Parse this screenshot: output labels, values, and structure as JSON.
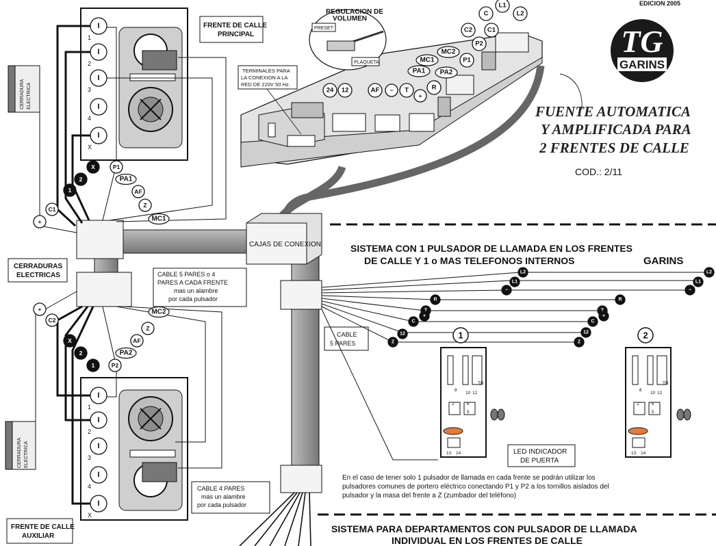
{
  "edition": "EDICION 2005",
  "logo": {
    "initials": "TG",
    "brand": "GARINS"
  },
  "title": {
    "line1": "FUENTE AUTOMATICA",
    "line2": "Y AMPLIFICADA PARA",
    "line3": "2 FRENTES DE CALLE",
    "code": "COD.: 2/11"
  },
  "labels": {
    "frente_principal_l1": "FRENTE DE CALLE",
    "frente_principal_l2": "PRINCIPAL",
    "frente_auxiliar_l1": "FRENTE DE CALLE",
    "frente_auxiliar_l2": "AUXILIAR",
    "cerraduras_l1": "CERRADURAS",
    "cerraduras_l2": "ELECTRICAS",
    "cerradura_top_l1": "CERRADURA",
    "cerradura_top_l2": "ELECTRICA",
    "cerradura_bottom_l1": "CERRADURA",
    "cerradura_bottom_l2": "ELECTRICA",
    "terminales_l1": "TERMINALES PARA",
    "terminales_l2": "LA CONEXION A LA",
    "terminales_l3": "RED DE 220V 50 Hz.",
    "regulacion_l1": "REGULACION DE",
    "regulacion_l2": "VOLUMEN",
    "preset": "PRESET",
    "plaqueta": "PLAQUETA",
    "cajas": "CAJAS DE CONEXION",
    "cable_top_l1": "CABLE  5  PARES  o  4",
    "cable_top_l2": "PARES  A  CADA  FRENTE",
    "cable_top_l3": "mas  un  alambre",
    "cable_top_l4": "por  cada  pulsador",
    "cable_bottom_l1": "CABLE  4  PARES",
    "cable_bottom_l2": "más  un  alambre",
    "cable_bottom_l3": "por  cada  pulsador",
    "cable5_l1": "CABLE",
    "cable5_l2": "5  PARES",
    "led_l1": "LED  INDICADOR",
    "led_l2": "DE  PUERTA"
  },
  "section1": {
    "line1": "SISTEMA  CON 1 PULSADOR DE LLAMADA EN LOS FRENTES",
    "line2": "DE CALLE Y 1 o MAS TELEFONOS INTERNOS",
    "brand": "GARINS"
  },
  "section2": {
    "line1": "SISTEMA PARA DEPARTAMENTOS CON PULSADOR DE LLAMADA",
    "line2": "INDIVIDUAL EN LOS FRENTES DE CALLE"
  },
  "note": {
    "line1": "En el caso de tener solo 1 pulsador de llamada en cada frente se podrán utilizar los",
    "line2": "pulsadores comunes de portero eléctrico conectando P1 y P2 a los tornillos aislados del",
    "line3": "pulsador y la masa del frente a Z (zumbador del teléfono)"
  },
  "phones": [
    "1",
    "2"
  ],
  "terminal_tags": {
    "top_psu": [
      "L1",
      "L2",
      "C",
      "C2",
      "C1",
      "P2",
      "MC2",
      "MC1",
      "P1",
      "PA1",
      "PA2",
      "AF",
      "T",
      "R"
    ],
    "volt_24": "24",
    "volt_12": "12",
    "frente_top": [
      "X",
      "2",
      "1",
      "P1",
      "PA1",
      "AF",
      "Z",
      "MC1",
      "C1"
    ],
    "frente_bottom": [
      "MC2",
      "Z",
      "AF",
      "PA2",
      "P2",
      "X",
      "2",
      "1",
      "C2"
    ],
    "frente_numbers": [
      "1",
      "2",
      "3",
      "4",
      "X"
    ],
    "phone_bus": [
      "L2",
      "L1",
      "R",
      "T",
      "C",
      "Z",
      "12"
    ],
    "phone_terms_1": [
      "8",
      "10",
      "12",
      "TR",
      "2",
      "5",
      "6",
      "13",
      "14"
    ],
    "phone_terms_2": [
      "8",
      "10",
      "12",
      "TR",
      "2",
      "5",
      "6",
      "13",
      "14"
    ]
  }
}
